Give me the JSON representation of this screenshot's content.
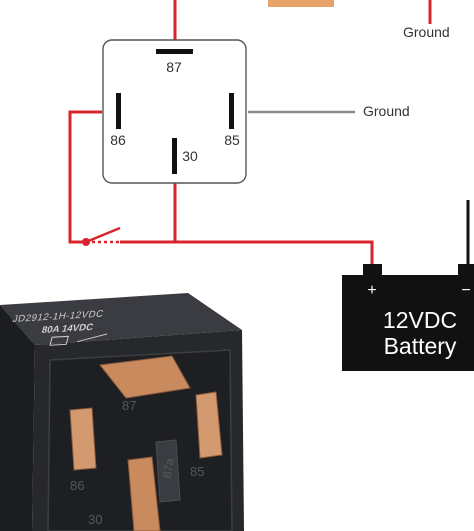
{
  "diagram": {
    "relay_pins": {
      "pin_87": "87",
      "pin_86": "86",
      "pin_85": "85",
      "pin_30": "30"
    },
    "ground_labels": {
      "top_right": "Ground",
      "pin_85": "Ground"
    },
    "battery": {
      "line1": "12VDC",
      "line2": "Battery",
      "positive": "+",
      "negative": "−"
    },
    "relay_photo": {
      "model": "JD2912-1H-12VDC",
      "rating": "80A 14VDC",
      "pin_numbers": {
        "p86": "86",
        "p30": "30",
        "p87a": "87a",
        "p85": "85",
        "p87": "87"
      }
    },
    "colors": {
      "wire_red": "#d9232d",
      "wire_gray": "#8a8a8a",
      "fuse": "#e7a46a",
      "battery": "#111111",
      "relay_body": "#2a2c30",
      "terminal_copper": "#c98a5e"
    }
  }
}
